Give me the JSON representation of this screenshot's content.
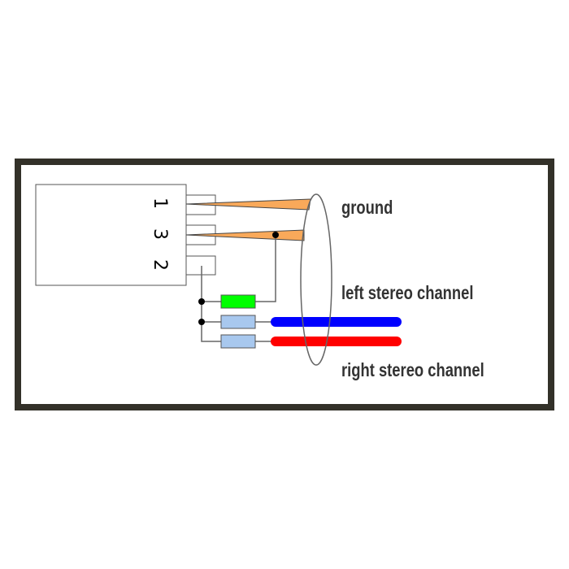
{
  "pins": [
    "1",
    "3",
    "2"
  ],
  "labels": {
    "ground": "ground",
    "left": "left stereo channel",
    "right": "right stereo channel"
  },
  "colors": {
    "frame": "#333129",
    "wire_orange": "#f9a95a",
    "resistor_green": "#00ff00",
    "resistor_blue": "#a8c8ee",
    "left_cable": "#0000ff",
    "right_cable": "#ff0000"
  }
}
